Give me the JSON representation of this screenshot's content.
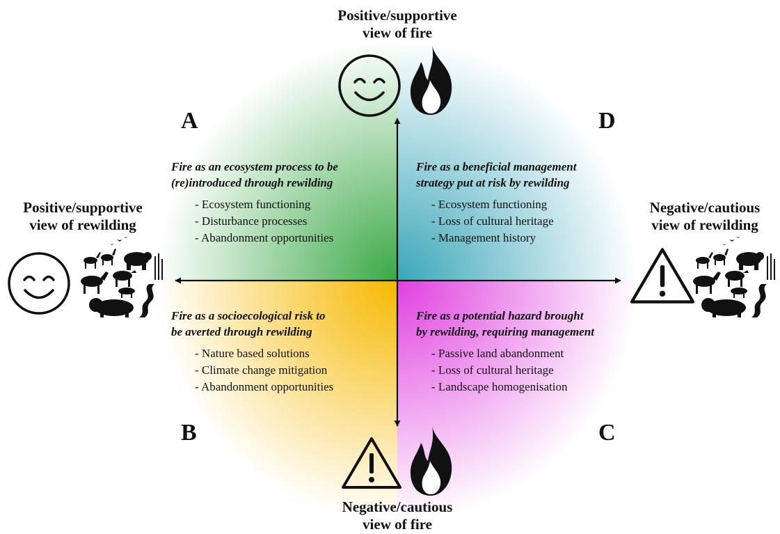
{
  "poles": {
    "top": {
      "line1": "Positive/supportive",
      "line2": "view of fire"
    },
    "bottom": {
      "line1": "Negative/cautious",
      "line2": "view of fire"
    },
    "left": {
      "line1": "Positive/supportive",
      "line2": "view of rewilding"
    },
    "right": {
      "line1": "Negative/cautious",
      "line2": "view of rewilding"
    }
  },
  "quadrants": {
    "A": {
      "letter": "A",
      "title1": "Fire as an ecosystem process to be",
      "title2": "(re)introduced through rewilding",
      "items": [
        "Ecosystem functioning",
        "Disturbance processes",
        "Abandonment opportunities"
      ],
      "color": "#39a845"
    },
    "D": {
      "letter": "D",
      "title1": "Fire as a beneficial management",
      "title2": "strategy put at risk by rewilding",
      "items": [
        "Ecosystem functioning",
        "Loss of cultural heritage",
        "Management history"
      ],
      "color": "#3aa6b9"
    },
    "B": {
      "letter": "B",
      "title1": "Fire as a socioecological risk to",
      "title2": "be averted through rewilding",
      "items": [
        "Nature based solutions",
        "Climate change mitigation",
        "Abandonment opportunities"
      ],
      "color": "#f6b800"
    },
    "C": {
      "letter": "C",
      "title1": "Fire as a potential hazard brought",
      "title2": "by rewilding, requiring management",
      "items": [
        "Passive land abandonment",
        "Loss of cultural heritage",
        "Landscape homogenisation"
      ],
      "color": "#e040e0"
    }
  },
  "icons": {
    "top_left": "smiley-face-icon",
    "top_right": "fire-icon",
    "bottom_left": "warning-icon",
    "bottom_right": "fire-icon",
    "left_face": "smiley-face-icon",
    "left_animals": "wildlife-herd-icon",
    "right_warning": "warning-icon",
    "right_animals": "wildlife-herd-icon"
  }
}
